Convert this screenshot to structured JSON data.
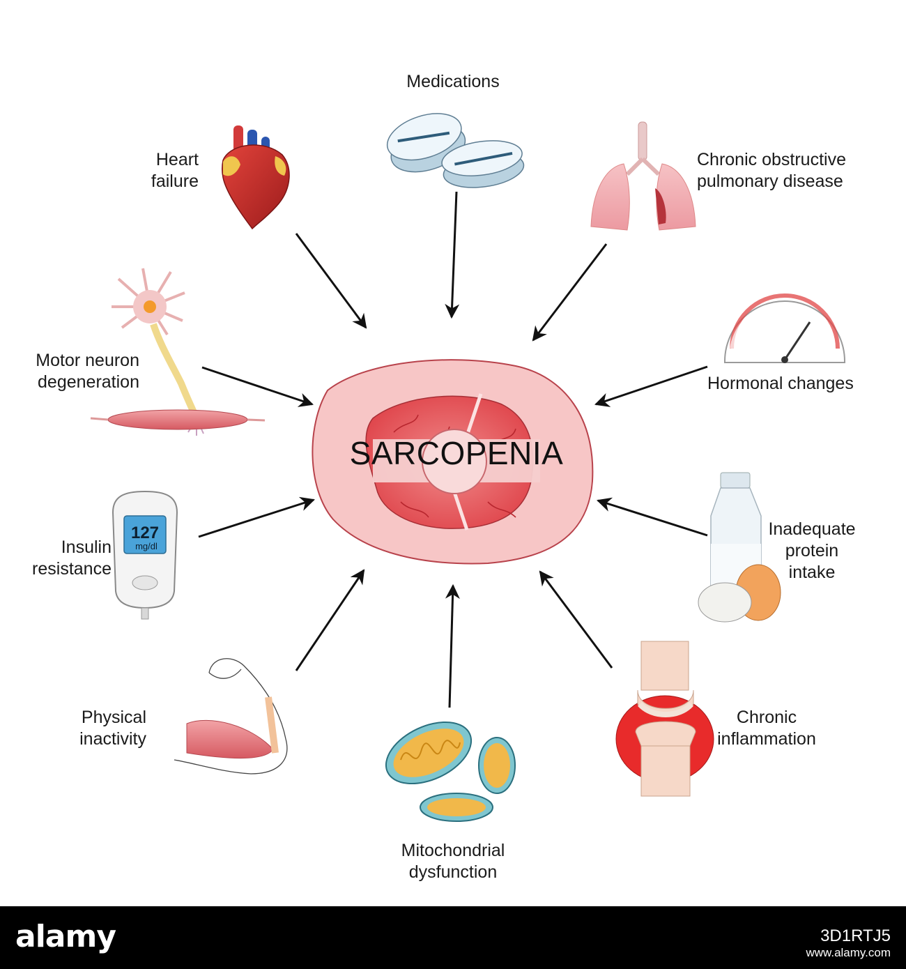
{
  "center": {
    "title": "SARCOPENIA"
  },
  "causes": {
    "medications": "Medications",
    "heart_failure": "Heart\nfailure",
    "copd": "Chronic obstructive\npulmonary disease",
    "motor_neuron": "Motor neuron\ndegeneration",
    "hormonal": "Hormonal changes",
    "insulin": "Insulin\nresistance",
    "protein": "Inadequate\nprotein\nintake",
    "physical": "Physical\ninactivity",
    "mitochondrial": "Mitochondrial\ndysfunction",
    "inflammation": "Chronic\ninflammation"
  },
  "glucometer": {
    "reading": "127",
    "unit": "mg/dl"
  },
  "footer": {
    "brand": "alamy",
    "image_id": "3D1RTJ5",
    "site": "www.alamy.com"
  },
  "colors": {
    "muscle_outer": "#f7c6c6",
    "muscle_border": "#b8424b",
    "muscle_core": "#e85a5e",
    "arrow": "#111111"
  }
}
